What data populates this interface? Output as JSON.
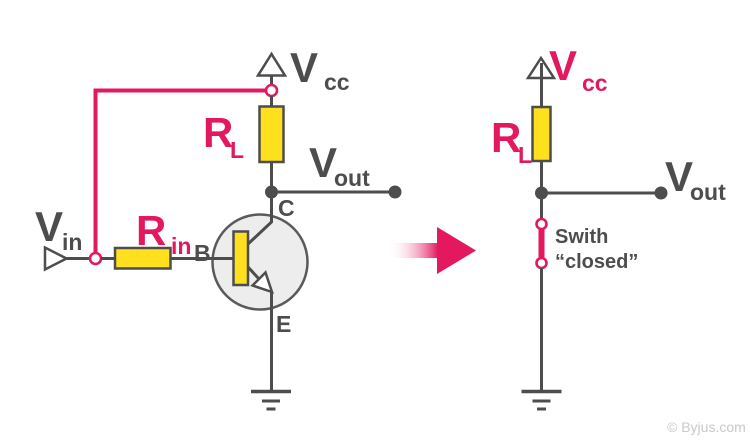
{
  "colors": {
    "accent_pink": "#e3185f",
    "component_yellow": "#ffe01f",
    "line_gray": "#4d4d4d",
    "transistor_fill": "#ededed",
    "watermark_gray": "#c9c9c9"
  },
  "left_circuit": {
    "supply": {
      "main": "V",
      "sub": "cc"
    },
    "load_resistor": {
      "main": "R",
      "sub": "L"
    },
    "output": {
      "main": "V",
      "sub": "out"
    },
    "input": {
      "main": "V",
      "sub": "in"
    },
    "input_resistor": {
      "main": "R",
      "sub": "in"
    },
    "terminals": {
      "base": "B",
      "collector": "C",
      "emitter": "E"
    }
  },
  "right_circuit": {
    "supply": {
      "main": "V",
      "sub": "cc"
    },
    "load_resistor": {
      "main": "R",
      "sub": "L"
    },
    "output": {
      "main": "V",
      "sub": "out"
    },
    "switch_label": {
      "line1": "Swith",
      "line2": "“closed”"
    }
  },
  "watermark": "© Byjus.com"
}
